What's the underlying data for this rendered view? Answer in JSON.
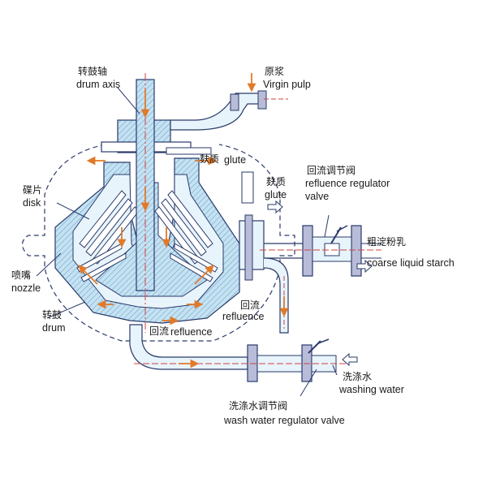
{
  "labels": {
    "drum_axis_cn": "转鼓轴",
    "drum_axis_en": "drum axis",
    "virgin_pulp_cn": "原浆",
    "virgin_pulp_en": "Virgin pulp",
    "glute_top_cn": "麸质",
    "glute_top_en": "glute",
    "glute_right_cn": "麸质",
    "glute_right_en": "glute",
    "refluence_valve_cn": "回流调节阀",
    "refluence_valve_en1": "refluence regulator",
    "refluence_valve_en2": "valve",
    "disk_cn": "碟片",
    "disk_en": "disk",
    "coarse_starch_cn": "粗淀粉乳",
    "coarse_starch_en": "coarse liquid starch",
    "nozzle_cn": "喷嘴",
    "nozzle_en": "nozzle",
    "refluence_cn": "回流",
    "refluence_en": "refluence",
    "drum_cn": "转鼓",
    "drum_en": "drum",
    "refluence_bottom_cn": "回流",
    "refluence_bottom_en": "refluence",
    "washing_water_cn": "洗涤水",
    "washing_water_en": "washing water",
    "wash_valve_cn": "洗涤水调节阀",
    "wash_valve_en": "wash water regulator valve"
  },
  "colors": {
    "line": "#2a3a6a",
    "fill": "#bfe0f0",
    "hatch": "#6a9ac0",
    "pipe": "#e8f4fb",
    "flow": "#e07a2a",
    "flange": "#b8bcd8"
  }
}
